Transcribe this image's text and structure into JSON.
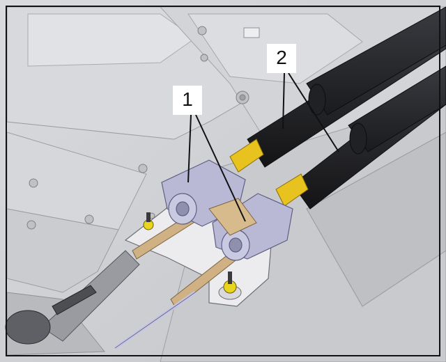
{
  "callouts": {
    "one": "1",
    "two": "2"
  },
  "colors": {
    "background": "#cfd1d5",
    "cable_sheath": "#2b2c2f",
    "yellow_ferrule": "#e8c21e",
    "lilac_clip": "#b9b9d6",
    "tan_rod": "#cfb184",
    "bracket": "#ecebed",
    "frame_border": "#111111"
  },
  "icons": [
    "leader-line",
    "bolt",
    "washer",
    "cable-clip",
    "cable-sheath",
    "ferrule",
    "bracket"
  ]
}
